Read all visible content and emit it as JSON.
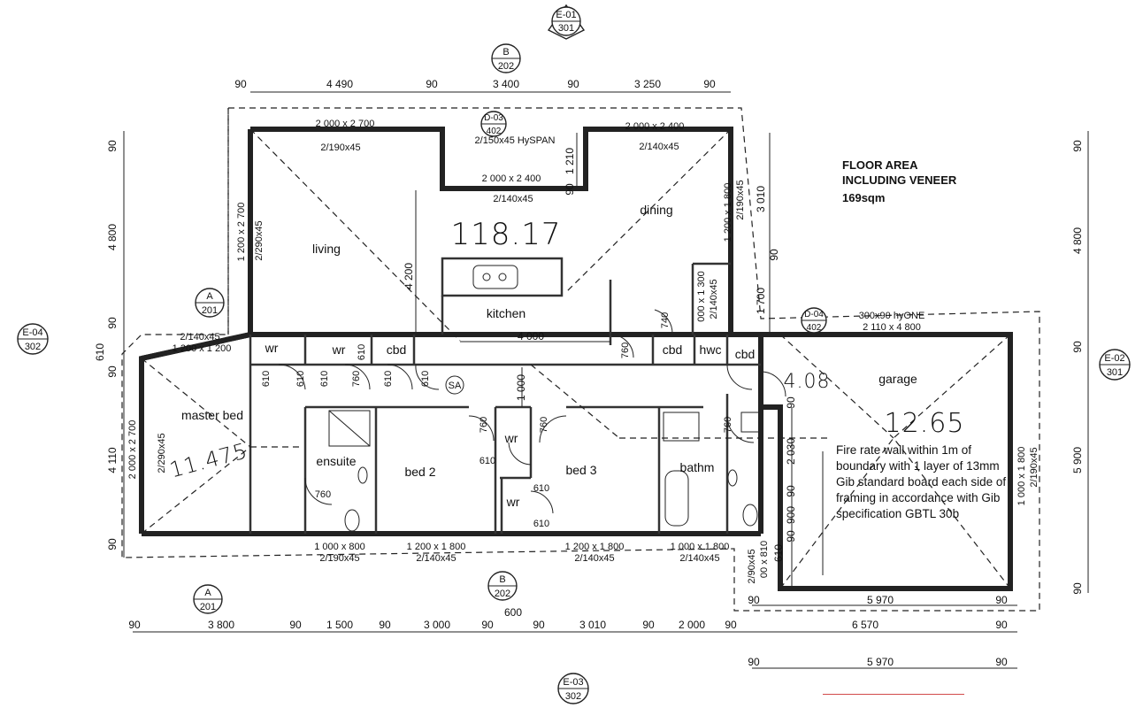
{
  "floor_area": {
    "heading_line1": "FLOOR AREA",
    "heading_line2": "INCLUDING VENEER",
    "value": "169sqm"
  },
  "note": "Fire rate wall within 1m of boundary with 1 layer of 13mm Gib standard board each side of framing in accordance with Gib specification GBTL 30b",
  "rooms": {
    "living": "living",
    "dining": "dining",
    "kitchen": "kitchen",
    "master_bed": "master bed",
    "ensuite": "ensuite",
    "bed2": "bed 2",
    "bed3": "bed 3",
    "bathroom": "bathm",
    "garage": "garage",
    "wr1": "wr",
    "wr2": "wr",
    "wr3": "wr",
    "wr4": "wr",
    "cbd1": "cbd",
    "cbd2": "cbd",
    "cbd3": "cbd",
    "hwc": "hwc",
    "sa": "SA"
  },
  "handwritten": {
    "living_area": "118.17",
    "garage_area": "12.65",
    "garage_note": "4.08",
    "master_area": "11.475"
  },
  "tags": {
    "e01": {
      "top": "E-01",
      "bottom": "301"
    },
    "e02": {
      "top": "E-02",
      "bottom": "301"
    },
    "e03": {
      "top": "E-03",
      "bottom": "302"
    },
    "e04": {
      "top": "E-04",
      "bottom": "302"
    },
    "b_top": {
      "top": "B",
      "bottom": "202"
    },
    "b_bottom": {
      "top": "B",
      "bottom": "202"
    },
    "a_left": {
      "top": "A",
      "bottom": "201"
    },
    "a_bottom": {
      "top": "A",
      "bottom": "201"
    },
    "d03": {
      "top": "D-03",
      "bottom": "402"
    },
    "d04": {
      "top": "D-04",
      "bottom": "402"
    }
  },
  "top_dims": {
    "d90a": "90",
    "d4490": "4 490",
    "d90b": "90",
    "d3400": "3 400",
    "d90c": "90",
    "d3250": "3 250",
    "d90d": "90"
  },
  "bottom_dims": {
    "d90a": "90",
    "d3800": "3 800",
    "d90b": "90",
    "d1500": "1 500",
    "d90c": "90",
    "d3000": "3 000",
    "d90d": "90",
    "d600": "600",
    "d90e": "90",
    "d3010": "3 010",
    "d90f": "90",
    "d2000": "2 000",
    "d90g": "90",
    "d6570": "6 570",
    "d90h": "90"
  },
  "garage_bottom_dims": {
    "d90a": "90",
    "d5970": "5 970",
    "d90b": "90"
  },
  "garage_under_dims": {
    "d90a": "90",
    "d5970": "5 970",
    "d90b": "90"
  },
  "left_dims": {
    "d90a": "90",
    "d4800": "4 800",
    "d90b": "90",
    "d610": "610",
    "d90c": "90",
    "d4110": "4 110",
    "d90d": "90"
  },
  "right_dims": {
    "d90a": "90",
    "d4800": "4 800",
    "d90b": "90",
    "d5900": "5 900",
    "d90c": "90"
  },
  "inner_dims": {
    "d3010": "3 010",
    "d90": "90",
    "d1700": "1 700",
    "d1210": "1 210",
    "d90b": "90",
    "d4200": "4 200",
    "d4000": "4 000",
    "d1000": "1 000",
    "d2030": "2 030",
    "d90c": "90",
    "d900": "900",
    "d90d": "90",
    "d90e": "90",
    "d610": "610"
  },
  "lintels": {
    "l1": "2 000 x 2 700",
    "l2": "2/190x45",
    "l3": "2/150x45 HySPAN",
    "l4": "2 000 x 2 400",
    "l5": "2/140x45",
    "l6": "2 000 x 2 400",
    "l7": "2/140x45",
    "l8": "1 200 x 2 700",
    "l9": "2/290x45",
    "l10": "2/140x45",
    "l11": "1 200 x 1 200",
    "l12": "2 000 x 2 700",
    "l13": "2/290x45",
    "l14": "1 200 x 1 800",
    "l15": "2/190x45",
    "l16": "000 x 1 300",
    "l17": "2/140x45",
    "l18": "300x90 hyONE",
    "l19": "2 110 x 4 800",
    "l20": "1 000 x 800",
    "l21": "2/190x45",
    "l22": "1 200 x 1 800",
    "l23": "2/140x45",
    "l24": "1 200 x 1 800",
    "l25": "2/140x45",
    "l26": "1 000 x 1 800",
    "l27": "2/140x45",
    "l28": "1 000 x 1 800",
    "l29": "2/190x45",
    "l30": "2/90x45",
    "l31": "00 x 810"
  },
  "doors": {
    "d610a": "610",
    "d610b": "610",
    "d610c": "610",
    "d610d": "610",
    "d610e": "610",
    "d610f": "610",
    "d760a": "760",
    "d760b": "760",
    "d760c": "760",
    "d760d": "760",
    "d760e": "760",
    "d760f": "760",
    "d610g": "610",
    "d610h": "610",
    "d610i": "610",
    "d740": "740"
  }
}
